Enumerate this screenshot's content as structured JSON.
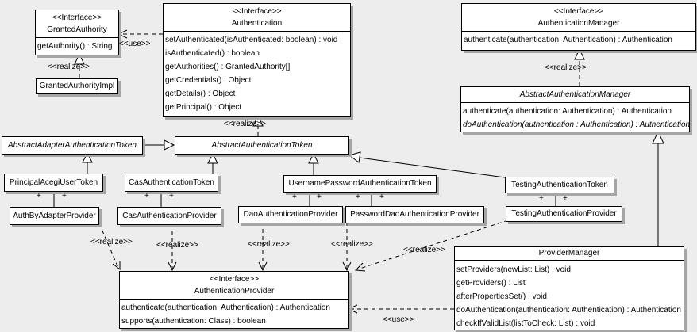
{
  "labels": {
    "use": "<<use>>",
    "realize": "<<realize>>",
    "plus": "+"
  },
  "classes": {
    "granted_authority": {
      "stereotype": "<<Interface>>",
      "name": "GrantedAuthority",
      "methods": [
        "getAuthority() : String"
      ]
    },
    "granted_authority_impl": {
      "name": "GrantedAuthorityImpl"
    },
    "authentication": {
      "stereotype": "<<Interface>>",
      "name": "Authentication",
      "methods": [
        "setAuthenticated(isAuthenticated: boolean) : void",
        "isAuthenticated() : boolean",
        "getAuthorities() : GrantedAuthority[]",
        "getCredentials() : Object",
        "getDetails() : Object",
        "getPrincipal() : Object"
      ]
    },
    "authentication_manager": {
      "stereotype": "<<Interface>>",
      "name": "AuthenticationManager",
      "methods": [
        "authenticate(authentication: Authentication) : Authentication"
      ]
    },
    "abstract_authentication_manager": {
      "name": "AbstractAuthenticationManager",
      "methods": [
        "authenticate(authentication: Authentication) : Authentication",
        "doAuthentication(authentication : Authentication) : Authentication"
      ]
    },
    "abstract_adapter_authentication_token": {
      "name": "AbstractAdapterAuthenticationToken"
    },
    "abstract_authentication_token": {
      "name": "AbstractAuthenticationToken"
    },
    "principal_acegi_user_token": {
      "name": "PrincipalAcegiUserToken"
    },
    "cas_authentication_token": {
      "name": "CasAuthenticationToken"
    },
    "username_password_authentication_token": {
      "name": "UsernamePasswordAuthenticationToken"
    },
    "testing_authentication_token": {
      "name": "TestingAuthenticationToken"
    },
    "auth_by_adapter_provider": {
      "name": "AuthByAdapterProvider"
    },
    "cas_authentication_provider": {
      "name": "CasAuthenticationProvider"
    },
    "dao_authentication_provider": {
      "name": "DaoAuthenticationProvider"
    },
    "password_dao_authentication_provider": {
      "name": "PasswordDaoAuthenticationProvider"
    },
    "testing_authentication_provider": {
      "name": "TestingAuthenticationProvider"
    },
    "authentication_provider": {
      "stereotype": "<<Interface>>",
      "name": "AuthenticationProvider",
      "methods": [
        "authenticate(authentication: Authentication) : Authentication",
        "supports(authentication: Class) : boolean"
      ]
    },
    "provider_manager": {
      "name": "ProviderManager",
      "methods": [
        "setProviders(newList: List) : void",
        "getProviders() : List",
        "afterPropertiesSet() : void",
        "doAuthentication(authentication: Authentication) : Authentication",
        "checkIfValidList(listToCheck: List) : void"
      ]
    }
  },
  "colors": {
    "background": "#ededed",
    "box_fill": "#ffffff",
    "line": "#000000",
    "shadow": "#a6a6a6"
  }
}
